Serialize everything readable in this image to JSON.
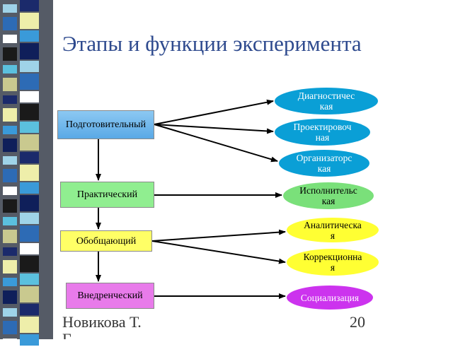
{
  "slide": {
    "title": "Этапы и функции  эксперимента",
    "author": "Новикова Т. Г.",
    "page_number": "20"
  },
  "stages": [
    {
      "id": "prep",
      "label": "Подготовительный"
    },
    {
      "id": "pract",
      "label": "Практический"
    },
    {
      "id": "gen",
      "label": "Обобщающий"
    },
    {
      "id": "impl",
      "label": "Внедренческий"
    }
  ],
  "functions": [
    {
      "id": "diag",
      "label": "Диагностическая"
    },
    {
      "id": "proj",
      "label": "Проектировочная"
    },
    {
      "id": "org",
      "label": "Организаторская"
    },
    {
      "id": "exec",
      "label": "Исполнительская"
    },
    {
      "id": "anal",
      "label": "Аналитическая"
    },
    {
      "id": "corr",
      "label": "Коррекционная"
    },
    {
      "id": "soc",
      "label": "Социализация"
    }
  ],
  "colors": {
    "title": "#2e4a8e",
    "stage_fills": [
      "#5aa9e6",
      "#90ee90",
      "#ffff66",
      "#e87bea"
    ],
    "function_fills": [
      "#0a9fd6",
      "#0a9fd6",
      "#0a9fd6",
      "#7ae07a",
      "#ffff33",
      "#ffff33",
      "#cc33ee"
    ]
  }
}
